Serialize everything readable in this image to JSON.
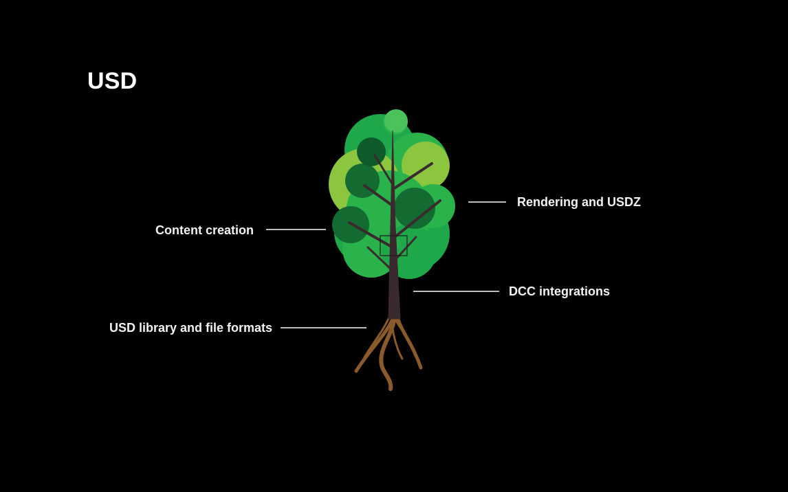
{
  "slide": {
    "title": "USD",
    "background": "#000000",
    "labels": {
      "rendering": "Rendering and USDZ",
      "content": "Content creation",
      "dcc": "DCC integrations",
      "library": "USD library and file formats"
    }
  },
  "tree": {
    "icon": "tree-illustration",
    "colors": {
      "leaf_light": "#8cc63f",
      "leaf_mid": "#2ab24b",
      "leaf_bright": "#1fa84a",
      "leaf_dark": "#146b32",
      "leaf_deep": "#0f5a2a",
      "trunk": "#3a2a2e",
      "roots": "#8b5a2b"
    }
  }
}
